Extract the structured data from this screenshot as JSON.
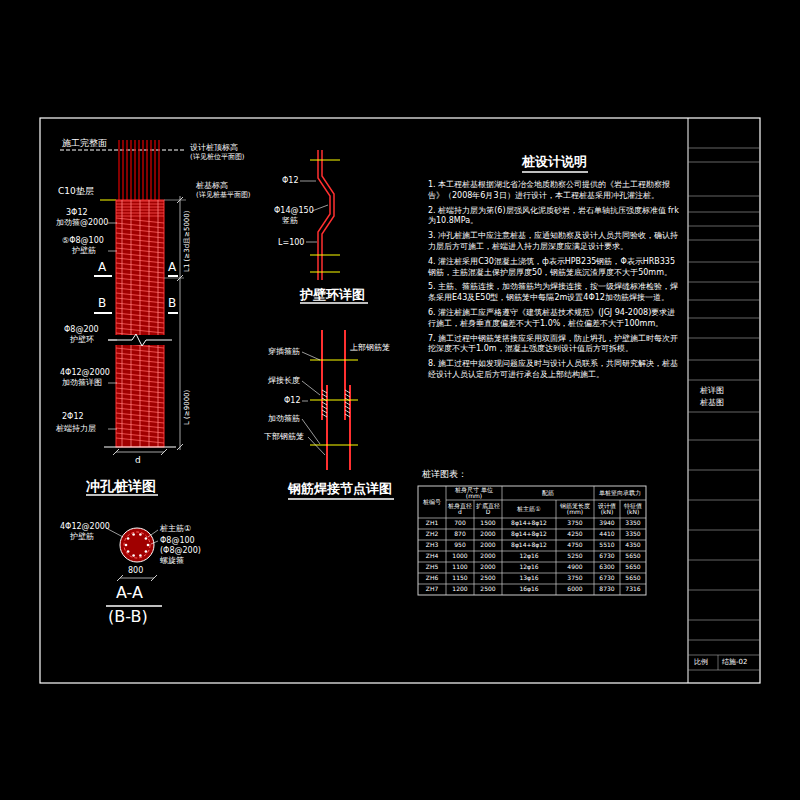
{
  "diagram": {
    "labels": [
      "施工完整面",
      "设计桩顶标高",
      "(详见桩位平面图)",
      "C10垫层",
      "桩基标高",
      "(详见桩基平面图)",
      "3Φ12",
      "加劲箍@2000",
      "A",
      "A",
      "⑤Φ8@100",
      "护壁筋",
      "B",
      "B",
      "Φ8@200",
      "护壁环",
      "4Φ12@2000",
      "加劲箍详图",
      "L1 (≥3d且≥5000)",
      "L (≥9000)",
      "d",
      "2Φ12",
      "桩端持力层",
      "冲孔桩详图",
      "桩主筋①",
      "4Φ12@2000",
      "护壁筋",
      "Φ8@100",
      "(Φ8@200)",
      "螺旋箍",
      "800",
      "A-A",
      "(B-B)",
      "Φ12",
      "Φ14@150",
      "竖筋",
      "L=100",
      "护壁环详图",
      "穿插箍筋",
      "上部钢筋笼",
      "焊接长度",
      "Φ12",
      "加劲箍筋",
      "下部钢筋笼",
      "钢筋焊接节点详图",
      "桩设计说明",
      "1. 本工程桩基根据湖北省冶金地质勘察公司提供的《岩土工程勘察报告》（2008年6月3日）进行设计，本工程桩基采用冲孔灌注桩。",
      "2. 桩端持力层为第(6)层强风化泥质砂岩，岩石单轴抗压强度标准值 frk 为10.8MPa。",
      "3. 冲孔桩施工中应注意桩基，应通知勘察及设计人员共同验收，确认持力层后方可施工，桩端进入持力层深度应满足设计要求。",
      "4. 灌注桩采用C30混凝土浇筑，ф表示HPB235钢筋，Φ表示HRB335钢筋，主筋混凝土保护层厚度50，钢筋笼底沉渣厚度不大于50mm。",
      "5. 主筋、箍筋连接，加劲箍筋均为焊接连接，按一级焊缝标准检验，焊条采用E43及E50型，钢筋笼中每隔2m设置4Φ12加劲筋焊接一道。",
      "6. 灌注桩施工应严格遵守《建筑桩基技术规范》(JGJ 94-2008)要求进行施工，桩身垂直度偏差不大于1.0%，桩位偏差不大于100mm。",
      "7. 施工过程中钢筋笼搭接应采用双面焊，防止坍孔，护壁施工时每次开挖深度不大于1.0m，混凝土强度达到设计值后方可拆模。",
      "8. 施工过程中如发现问题应及时与设计人员联系，共同研究解决，桩基经设计人员认定后方可进行承台及上部结构施工。",
      "桩详图表：",
      "桩编号",
      "桩身尺寸 单位(mm)",
      "桩身直径d",
      "扩底直径D",
      "配筋",
      "桩主筋①",
      "钢筋笼长度(mm)",
      "单桩竖向承载力",
      "设计值(kN)",
      "特征值(kN)",
      "ZH1",
      "700",
      "1500",
      "8φ14+8φ12",
      "3750",
      "3940",
      "3350",
      "ZH2",
      "870",
      "2000",
      "8φ14+8φ12",
      "4250",
      "4410",
      "3350",
      "ZH3",
      "950",
      "2000",
      "8φ14+8φ12",
      "4750",
      "5510",
      "4350",
      "ZH4",
      "1000",
      "2000",
      "12φ16",
      "5250",
      "6730",
      "5650",
      "ZH5",
      "1100",
      "2000",
      "12φ16",
      "4900",
      "6300",
      "5650",
      "ZH6",
      "1150",
      "2500",
      "13φ16",
      "3750",
      "6730",
      "5650",
      "ZH7",
      "1200",
      "2500",
      "16φ16",
      "6000",
      "8730",
      "7316",
      "桩详图",
      "桩基图",
      "结施-02",
      "比例"
    ]
  }
}
